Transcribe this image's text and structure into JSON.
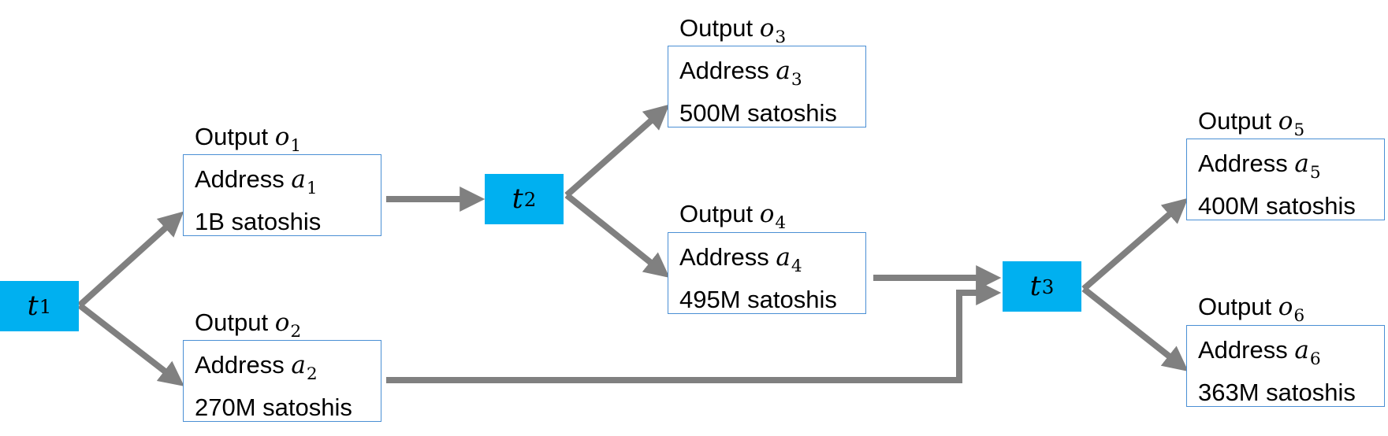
{
  "transactions": [
    {
      "var": "t",
      "sub": "1"
    },
    {
      "var": "t",
      "sub": "2"
    },
    {
      "var": "t",
      "sub": "3"
    }
  ],
  "outputs": [
    {
      "label": "Output",
      "var": "o",
      "sub": "1",
      "address_label": "Address",
      "addr_var": "a",
      "addr_sub": "1",
      "amount": "1B satoshis"
    },
    {
      "label": "Output",
      "var": "o",
      "sub": "2",
      "address_label": "Address",
      "addr_var": "a",
      "addr_sub": "2",
      "amount": "270M satoshis"
    },
    {
      "label": "Output",
      "var": "o",
      "sub": "3",
      "address_label": "Address",
      "addr_var": "a",
      "addr_sub": "3",
      "amount": "500M satoshis"
    },
    {
      "label": "Output",
      "var": "o",
      "sub": "4",
      "address_label": "Address",
      "addr_var": "a",
      "addr_sub": "4",
      "amount": "495M satoshis"
    },
    {
      "label": "Output",
      "var": "o",
      "sub": "5",
      "address_label": "Address",
      "addr_var": "a",
      "addr_sub": "5",
      "amount": "400M satoshis"
    },
    {
      "label": "Output",
      "var": "o",
      "sub": "6",
      "address_label": "Address",
      "addr_var": "a",
      "addr_sub": "6",
      "amount": "363M satoshis"
    }
  ],
  "colors": {
    "transaction_fill": "#00b0f0",
    "box_border": "#4a8fd4",
    "arrow": "#808080"
  }
}
